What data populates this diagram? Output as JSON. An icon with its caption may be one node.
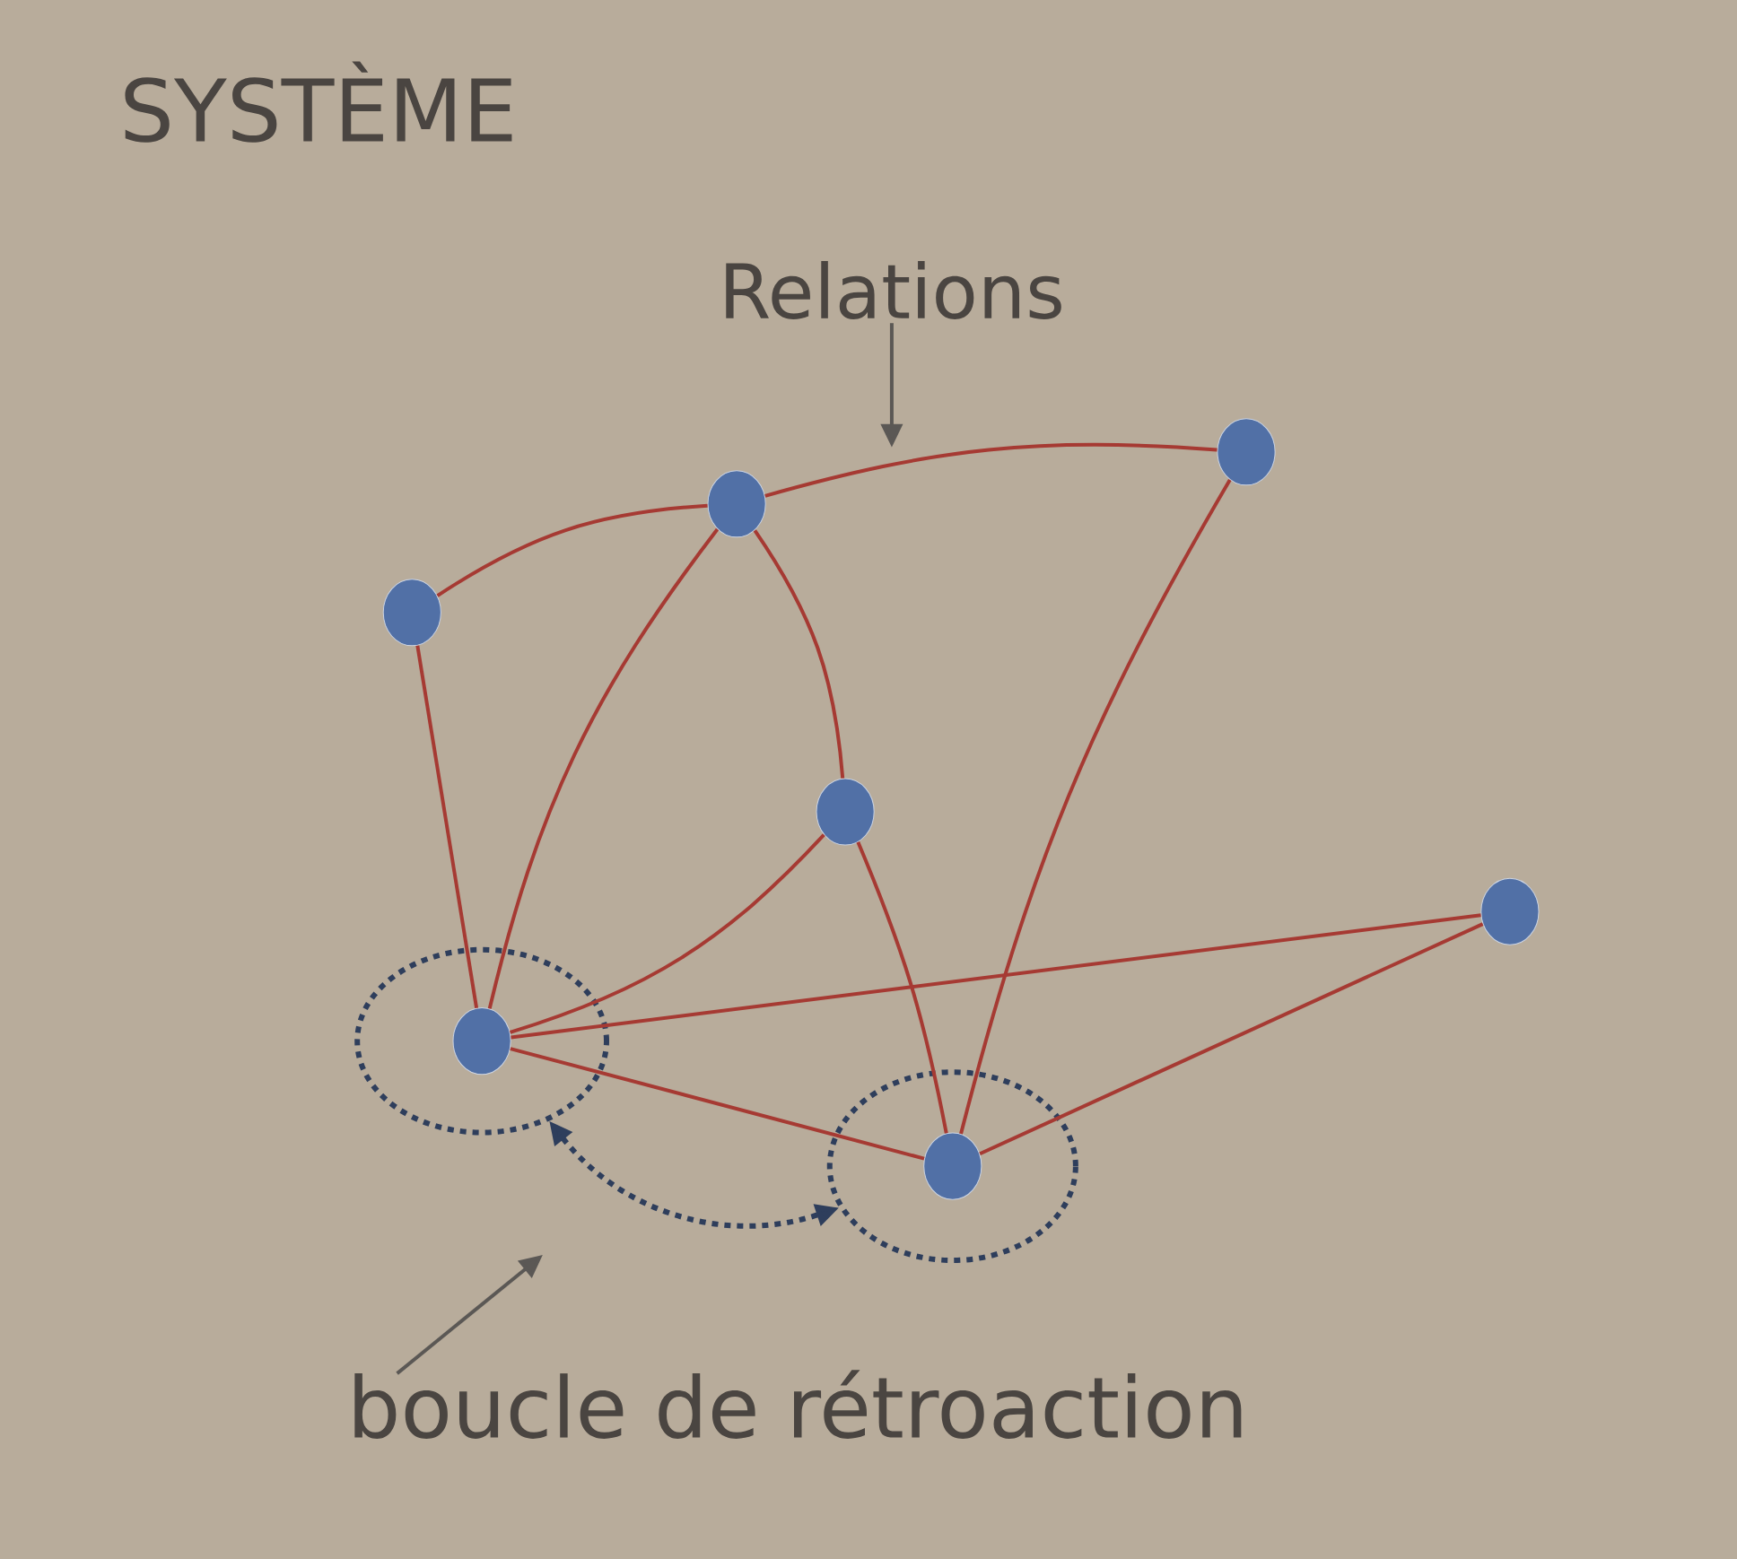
{
  "diagram": {
    "title": "SYSTÈME",
    "nodes": [
      {
        "text": [],
        "shape": "circle"
      },
      {
        "text": [],
        "shape": "circle"
      },
      {
        "text": [],
        "shape": "circle"
      },
      {
        "text": [],
        "shape": "circle"
      },
      {
        "text": [],
        "shape": "circle"
      },
      {
        "text": [],
        "shape": "circle"
      },
      {
        "text": [],
        "shape": "circle",
        "in": 5
      },
      {
        "text": [],
        "shape": "circle"
      },
      {
        "text": [],
        "shape": "circle",
        "in": 7
      },
      {
        "text": [
          "Relations"
        ]
      },
      {
        "text": [
          "boucle de rétroaction"
        ]
      }
    ],
    "edges": [
      {
        "from": 0,
        "to": 1,
        "arrow": "none"
      },
      {
        "from": 1,
        "to": 2,
        "arrow": "none"
      },
      {
        "from": 2,
        "to": 8,
        "arrow": "none"
      },
      {
        "from": 0,
        "to": 6,
        "arrow": "none"
      },
      {
        "from": 1,
        "to": 6,
        "arrow": "none"
      },
      {
        "from": 1,
        "to": 3,
        "arrow": "none"
      },
      {
        "from": 3,
        "to": 6,
        "arrow": "none"
      },
      {
        "from": 3,
        "to": 8,
        "arrow": "none"
      },
      {
        "from": 6,
        "to": 4,
        "arrow": "none"
      },
      {
        "from": 6,
        "to": 8,
        "arrow": "none"
      },
      {
        "from": 8,
        "to": 4,
        "arrow": "none"
      },
      {
        "from": 5,
        "to": 7,
        "arrow": "both",
        "style": "dashed",
        "color": "#2e3e5c"
      },
      {
        "from": 9,
        "to": null,
        "arrow": "to",
        "color": "#5b5855"
      },
      {
        "from": 10,
        "to": null,
        "arrow": "to",
        "color": "#5b5855"
      }
    ]
  }
}
